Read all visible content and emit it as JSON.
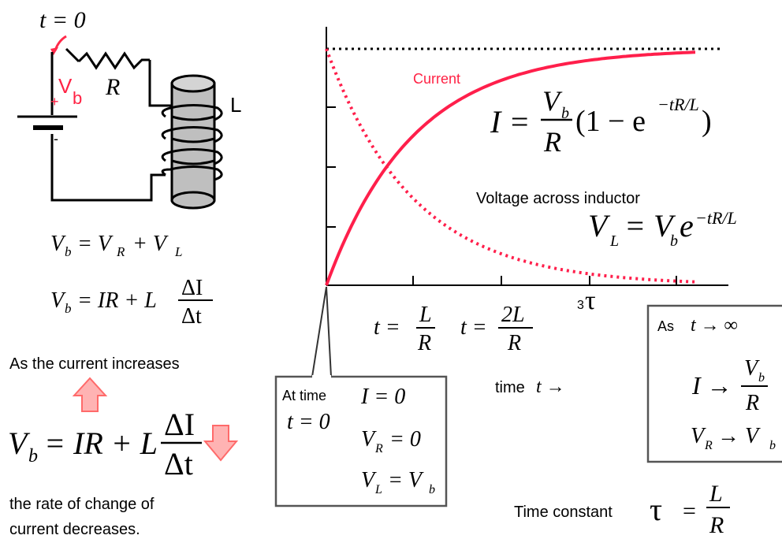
{
  "colors": {
    "current": "#ff1f4b",
    "voltage": "#ff1f4b",
    "arrow_fill": "#ffb3b3",
    "arrow_stroke": "#ff6a6a",
    "box_stroke": "#555555",
    "coil_fill": "#bfbfbf"
  },
  "circuit": {
    "switch_label": "t = 0",
    "battery_label": "V",
    "battery_sub": "b",
    "plus": "+",
    "minus": "-",
    "resistor_label": "R",
    "inductor_label": "L",
    "eq1": {
      "lhs": "V",
      "lhs_sub": "b",
      "rhs": "= V",
      "r_sub": "R",
      "plus": "+ V",
      "l_sub": "L"
    },
    "eq2": {
      "lhs": "V",
      "lhs_sub": "b",
      "rhs": "= IR + L",
      "num": "ΔI",
      "den": "Δt"
    }
  },
  "left_text": {
    "as_current_increases": "As the current increases",
    "rate_line1": "the rate of change of",
    "rate_line2": "current decreases.",
    "big_eq": {
      "lhs": "V",
      "lhs_sub": "b",
      "rhs": "= IR + L",
      "num": "ΔI",
      "den": "Δt"
    }
  },
  "chart_data": {
    "type": "line",
    "x_ticks": [
      "t = L/R",
      "t = 2L/R",
      "3τ"
    ],
    "series": [
      {
        "name": "Current",
        "equation": "I = (V_b/R)(1 − e^(−tR/L))",
        "style": "solid"
      },
      {
        "name": "Voltage across inductor",
        "equation": "V_L = V_b e^(−tR/L)",
        "style": "dotted"
      }
    ],
    "asymptote_style": "dotted-black",
    "xlabel": "time t →"
  },
  "labels": {
    "current": "Current",
    "voltage_across": "Voltage across inductor",
    "tick1_a": "t =",
    "tick1_num": "L",
    "tick1_den": "R",
    "tick2_a": "t =",
    "tick2_num": "2L",
    "tick2_den": "R",
    "tick3_small": "3",
    "tick3_tau": "τ",
    "time_axis": "time",
    "time_axis_var": "t →"
  },
  "current_eq": {
    "lhs": "I =",
    "num": "V",
    "num_sub": "b",
    "den": "R",
    "paren": "(1 − e",
    "exp": "−tR/L",
    "close": ")"
  },
  "voltage_eq": {
    "lhs": "V",
    "lhs_sub": "L",
    "eq": "= V",
    "eq_sub": "b",
    "e": "e",
    "exp": "−tR/L"
  },
  "box_t0": {
    "title1": "At time",
    "title2": "t = 0",
    "line1": "I = 0",
    "line2_a": "V",
    "line2_sub": "R",
    "line2_b": "= 0",
    "line3_a": "V",
    "line3_sub": "L",
    "line3_b": "= V",
    "line3_sub2": "b"
  },
  "box_inf": {
    "as": "As",
    "lim": "t → ∞",
    "I": "I →",
    "num": "V",
    "num_sub": "b",
    "den": "R",
    "vr": "V",
    "vr_sub": "R",
    "arrow": "→ V",
    "vr_sub2": "b"
  },
  "time_constant": {
    "label": "Time  constant",
    "tau": "τ",
    "eq": "=",
    "num": "L",
    "den": "R"
  }
}
